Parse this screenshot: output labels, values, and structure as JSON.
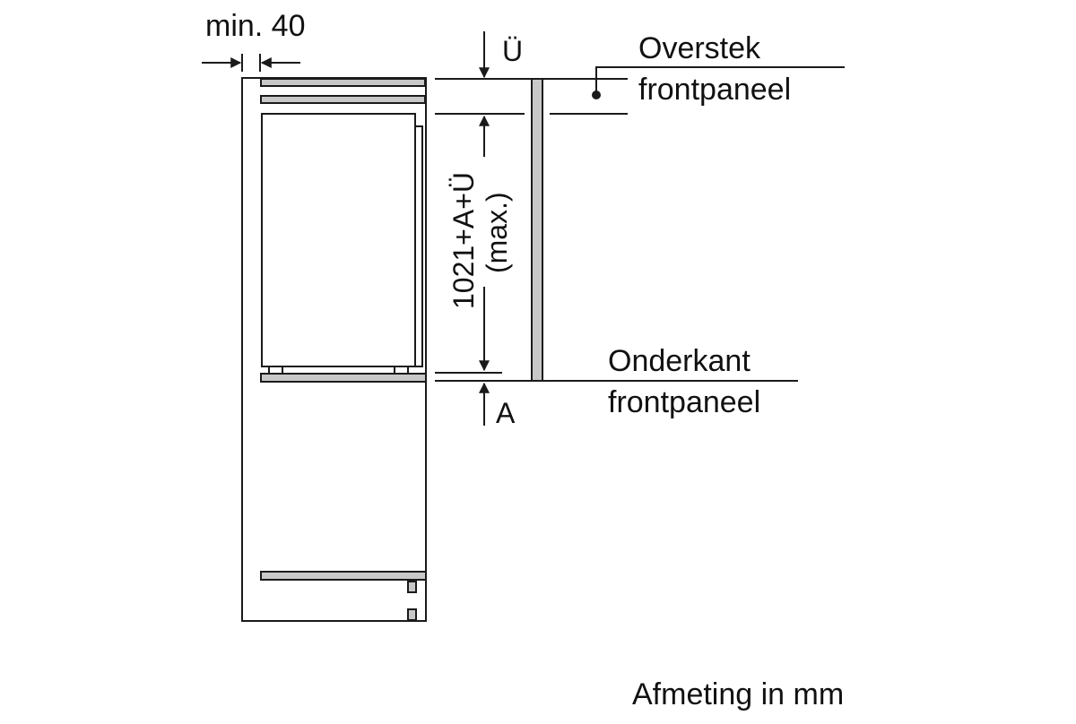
{
  "diagram": {
    "title": "Installation dimensions – built-in refrigerator niche",
    "labels": {
      "min_gap": "min. 40",
      "overhang_symbol": "Ü",
      "bottom_symbol": "A",
      "height_formula": "1021+A+Ü",
      "height_qualifier": "(max.)",
      "overhang_line1": "Overstek",
      "overhang_line2": "frontpaneel",
      "bottom_line1": "Onderkant",
      "bottom_line2": "frontpaneel",
      "units_note": "Afmeting in mm"
    },
    "colors": {
      "stroke": "#1a1a1a",
      "panel_fill": "#c8c8c8",
      "background": "#ffffff"
    }
  }
}
